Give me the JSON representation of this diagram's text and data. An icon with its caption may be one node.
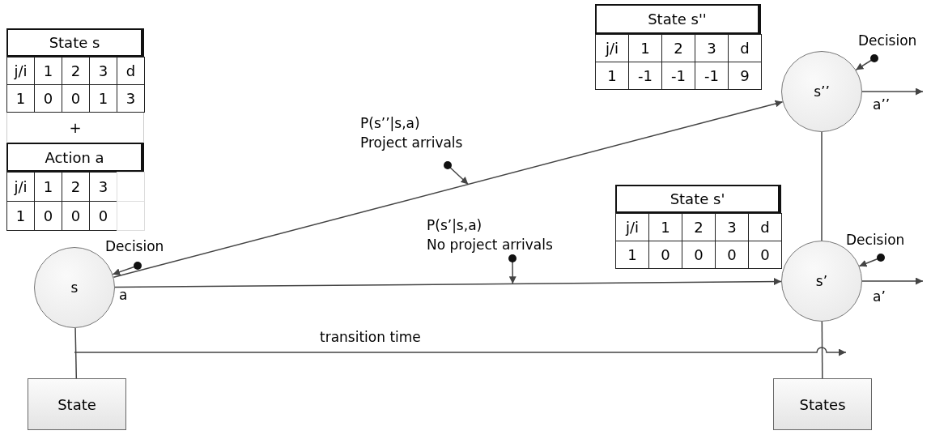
{
  "diagram": {
    "nodes": [
      {
        "text": [
          "s"
        ],
        "beside": [
          "a"
        ]
      },
      {
        "text": [
          "s’’"
        ]
      },
      {
        "text": [
          "s’"
        ]
      },
      {
        "text": [
          "State"
        ]
      },
      {
        "text": [
          "States"
        ]
      },
      {
        "text": [
          "Decision"
        ]
      },
      {
        "text": [
          "Decision"
        ]
      },
      {
        "text": [
          "Decision"
        ]
      },
      {
        "text": [
          "P(s’’|s,a)",
          "Project arrivals"
        ]
      },
      {
        "text": [
          "P(s’|s,a)",
          "No project arrivals"
        ]
      }
    ],
    "edges": [
      {
        "from": 0,
        "to": 1,
        "arrow": "to"
      },
      {
        "from": 0,
        "to": 2,
        "arrow": "to"
      },
      {
        "from": 1,
        "to": 2,
        "arrow": "none"
      },
      {
        "from": 0,
        "to": 3,
        "arrow": "none"
      },
      {
        "from": 2,
        "to": 4,
        "arrow": "none"
      },
      {
        "from": 0,
        "to": null,
        "arrow": "to",
        "label": "transition time"
      },
      {
        "from": 1,
        "to": null,
        "arrow": "to",
        "label": "a’’"
      },
      {
        "from": 2,
        "to": null,
        "arrow": "to",
        "label": "a’"
      },
      {
        "from": 5,
        "to": 0,
        "arrow": "to"
      },
      {
        "from": 6,
        "to": 1,
        "arrow": "to"
      },
      {
        "from": 7,
        "to": 2,
        "arrow": "to"
      },
      {
        "from": 8,
        "to": null,
        "arrow": "to"
      },
      {
        "from": 9,
        "to": null,
        "arrow": "to"
      }
    ],
    "labels": [
      "State s",
      "j/i",
      "1",
      "2",
      "3",
      "d",
      "1",
      "0",
      "0",
      "1",
      "3",
      "+",
      "Action a",
      "j/i",
      "1",
      "2",
      "3",
      "1",
      "0",
      "0",
      "0",
      "State s''",
      "j/i",
      "1",
      "2",
      "3",
      "d",
      "1",
      "-1",
      "-1",
      "-1",
      "9",
      "State s'",
      "j/i",
      "1",
      "2",
      "3",
      "d",
      "1",
      "0",
      "0",
      "0",
      "0"
    ]
  }
}
